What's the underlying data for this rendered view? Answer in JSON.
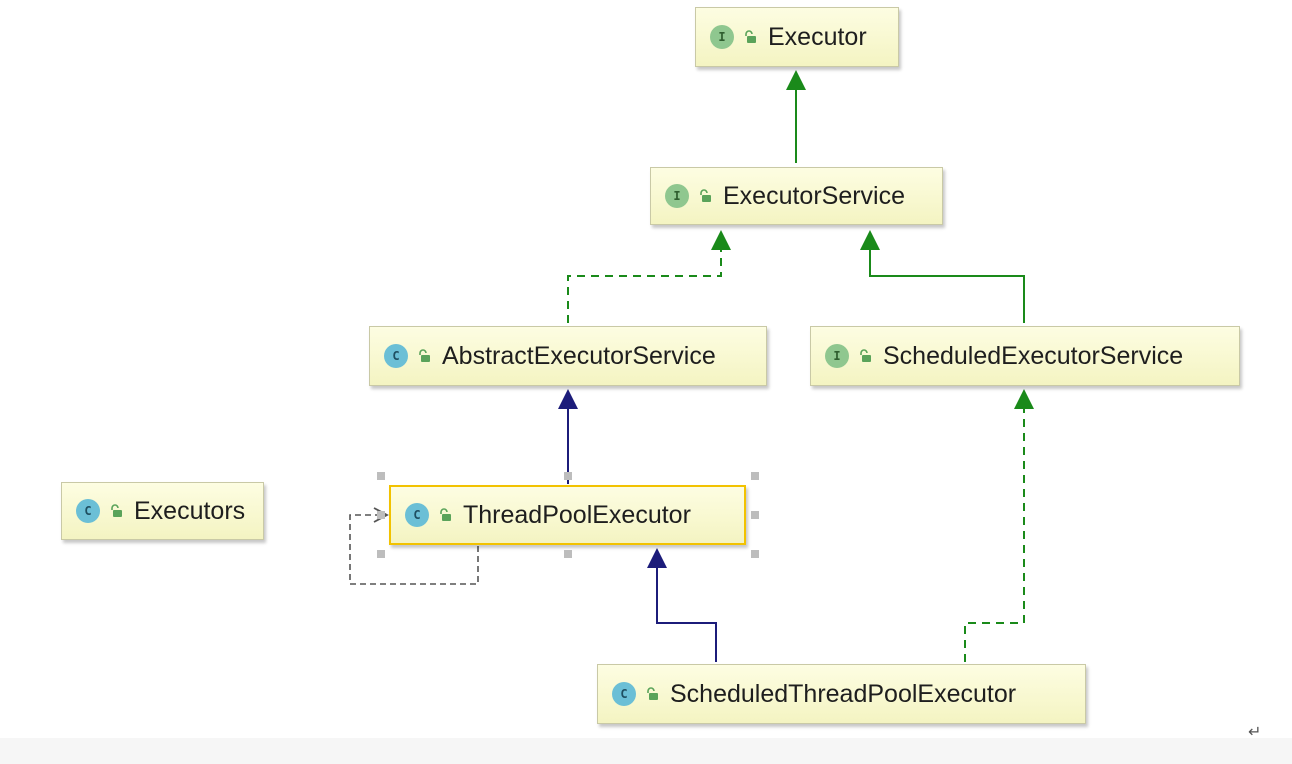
{
  "diagram": {
    "nodes": [
      {
        "id": "executor",
        "name": "Executor",
        "kind_badge": "I",
        "kind": "interface",
        "icon": "public-lock-icon"
      },
      {
        "id": "executor-service",
        "name": "ExecutorService",
        "kind_badge": "I",
        "kind": "interface",
        "icon": "public-lock-icon"
      },
      {
        "id": "abstract-executor-service",
        "name": "AbstractExecutorService",
        "kind_badge": "C",
        "kind": "abstract-class",
        "icon": "public-lock-icon"
      },
      {
        "id": "scheduled-executor-service",
        "name": "ScheduledExecutorService",
        "kind_badge": "I",
        "kind": "interface",
        "icon": "public-lock-icon"
      },
      {
        "id": "executors",
        "name": "Executors",
        "kind_badge": "C",
        "kind": "class",
        "icon": "public-lock-icon"
      },
      {
        "id": "thread-pool-executor",
        "name": "ThreadPoolExecutor",
        "kind_badge": "C",
        "kind": "class",
        "icon": "public-lock-icon",
        "selected": true
      },
      {
        "id": "scheduled-thread-pool-executor",
        "name": "ScheduledThreadPoolExecutor",
        "kind_badge": "C",
        "kind": "class",
        "icon": "public-lock-icon"
      }
    ],
    "edges": [
      {
        "from": "executor-service",
        "to": "executor",
        "relation": "extends",
        "style": "solid",
        "color": "#1a8a1a"
      },
      {
        "from": "abstract-executor-service",
        "to": "executor-service",
        "relation": "implements",
        "style": "dashed",
        "color": "#1a8a1a"
      },
      {
        "from": "scheduled-executor-service",
        "to": "executor-service",
        "relation": "extends",
        "style": "solid",
        "color": "#1a8a1a"
      },
      {
        "from": "thread-pool-executor",
        "to": "abstract-executor-service",
        "relation": "extends",
        "style": "solid",
        "color": "#1c1c7a"
      },
      {
        "from": "scheduled-thread-pool-executor",
        "to": "thread-pool-executor",
        "relation": "extends",
        "style": "solid",
        "color": "#1c1c7a"
      },
      {
        "from": "scheduled-thread-pool-executor",
        "to": "scheduled-executor-service",
        "relation": "implements",
        "style": "dashed",
        "color": "#1a8a1a"
      },
      {
        "from": "thread-pool-executor",
        "to": "thread-pool-executor",
        "relation": "self-dependency",
        "style": "dashed",
        "color": "#555555"
      }
    ],
    "colors": {
      "interface_green": "#1a8a1a",
      "class_blue": "#1c1c7a",
      "node_fill": "#f7f7cc",
      "selection": "#f2c200"
    }
  },
  "page": {
    "enter_symbol": "↵"
  }
}
